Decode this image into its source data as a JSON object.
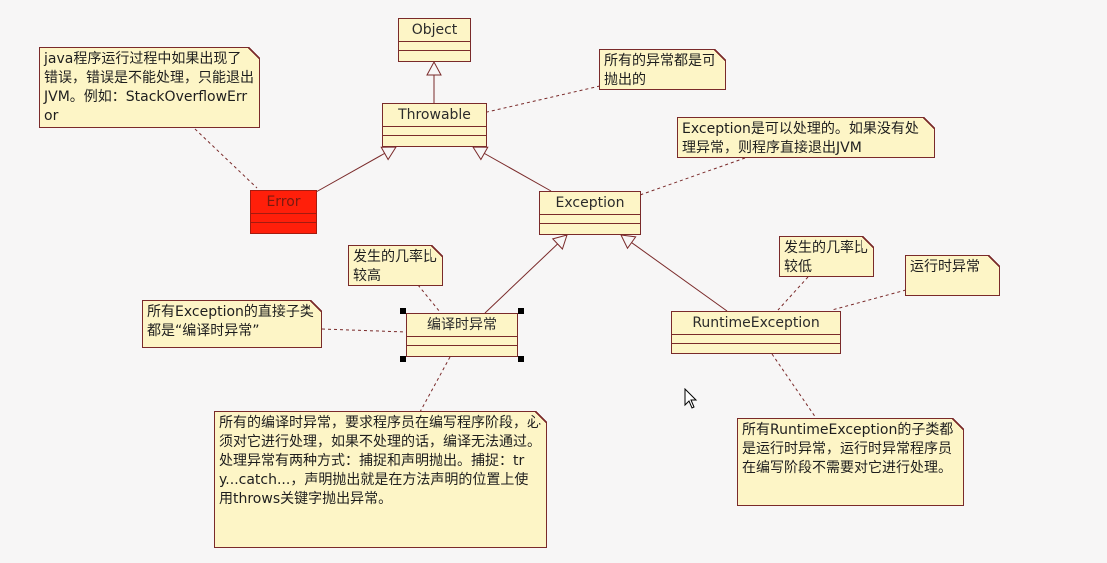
{
  "diagram": {
    "type": "UML class diagram",
    "colors": {
      "background": "#f7f6f6",
      "box_fill": "#fdf5c6",
      "box_border": "#7a2a2a",
      "error_fill": "#ff1f0a",
      "selection_handle": "#000000"
    },
    "classes": {
      "object": {
        "name": "Object"
      },
      "throwable": {
        "name": "Throwable"
      },
      "error": {
        "name": "Error"
      },
      "exception": {
        "name": "Exception"
      },
      "checked": {
        "name": "编译时异常"
      },
      "runtime": {
        "name": "RuntimeException"
      }
    },
    "notes": {
      "error_note": "java程序运行过程中如果出现了错误，错误是不能处理，只能退出JVM。例如：StackOverflowError",
      "throwable_note": "所有的异常都是可抛出的",
      "exception_note": "Exception是可以处理的。如果没有处理异常，则程序直接退出JVM",
      "checked_prob_note": "发生的几率比较高",
      "checked_def_note": "所有Exception的直接子类都是“编译时异常”",
      "checked_detail_note": "所有的编译时异常，要求程序员在编写程序阶段，必须对它进行处理，如果不处理的话，编译无法通过。处理异常有两种方式：捕捉和声明抛出。捕捉：try...catch...，声明抛出就是在方法声明的位置上使用throws关键字抛出异常。",
      "runtime_prob_note": "发生的几率比较低",
      "runtime_label_note": "运行时异常",
      "runtime_detail_note": "所有RuntimeException的子类都是运行时异常，运行时异常程序员在编写阶段不需要对它进行处理。"
    },
    "relationships": [
      {
        "from": "Throwable",
        "to": "Object",
        "type": "generalization"
      },
      {
        "from": "Error",
        "to": "Throwable",
        "type": "generalization"
      },
      {
        "from": "Exception",
        "to": "Throwable",
        "type": "generalization"
      },
      {
        "from": "编译时异常",
        "to": "Exception",
        "type": "generalization"
      },
      {
        "from": "RuntimeException",
        "to": "Exception",
        "type": "generalization"
      }
    ],
    "selected_element": "编译时异常"
  }
}
